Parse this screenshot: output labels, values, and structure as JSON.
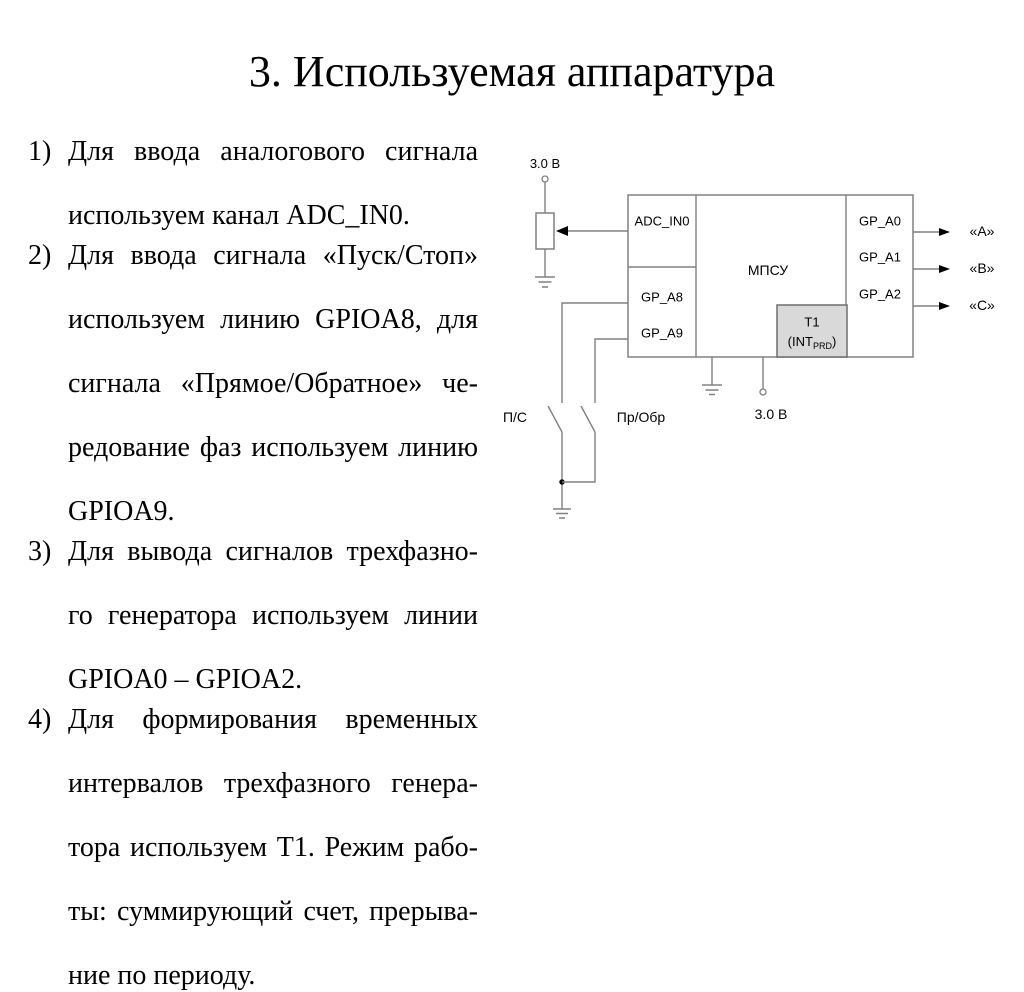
{
  "page": {
    "title": "3. Используемая аппаратура"
  },
  "list": {
    "items": [
      {
        "n": "1)",
        "lines": [
          "Для ввода аналогового сигнала",
          "используем канал ADC_IN0."
        ]
      },
      {
        "n": "2)",
        "lines": [
          "Для ввода сигнала «Пуск/Стоп»",
          "используем линию GPIOA8, для",
          "сигнала «Прямое/Обратное» че-",
          "редование фаз используем линию",
          "GPIOA9."
        ]
      },
      {
        "n": "3)",
        "lines": [
          "Для вывода сигналов трехфазно-",
          "го генератора используем линии",
          "GPIOA0 – GPIOA2."
        ]
      },
      {
        "n": "4)",
        "lines": [
          "Для формирования временных",
          "интервалов трехфазного генера-",
          "тора используем Т1. Режим рабо-",
          "ты: суммирующий счет, прерыва-",
          "ние по периоду."
        ]
      }
    ]
  },
  "diagram": {
    "colors": {
      "line": "#808080",
      "text": "#000000",
      "t1_fill": "#d9d9d9"
    },
    "labels": {
      "vcc_top": "3.0 В",
      "vcc_bottom": "3.0 В",
      "adc": "ADC_IN0",
      "gpa8": "GP_A8",
      "gpa9": "GP_A9",
      "mpsu": "МПСУ",
      "gpa0": "GP_A0",
      "gpa1": "GP_A1",
      "gpa2": "GP_A2",
      "t1": "Т1",
      "t1_sub_pre": "(INT",
      "t1_sub": "PRD",
      "t1_sub_post": ")",
      "out_a": "«А»",
      "out_b": "«В»",
      "out_c": "«С»",
      "sw1": "П/С",
      "sw2": "Пр/Обр"
    }
  }
}
